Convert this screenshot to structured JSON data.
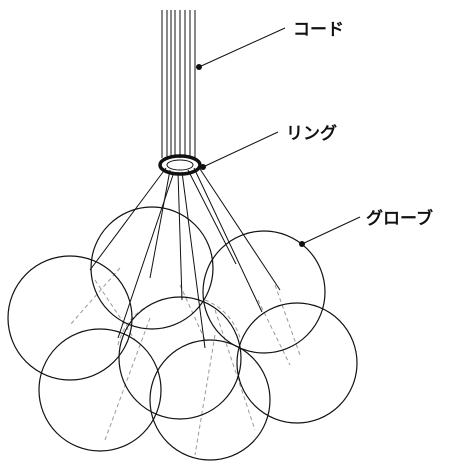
{
  "labels": {
    "cord": "コード",
    "ring": "リング",
    "globe": "グローブ"
  },
  "colors": {
    "stroke": "#111111",
    "hidden_line": "#9a9a9a",
    "background": "#ffffff"
  }
}
